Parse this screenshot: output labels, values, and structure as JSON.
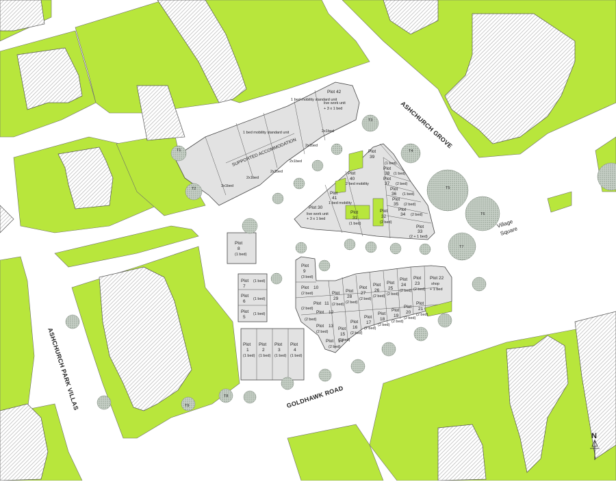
{
  "roads": {
    "goldhawk": "GOLDHAWK ROAD",
    "ashchurch_grove": "ASHCHURCH GROVE",
    "ashchurch_park_villas": "ASHCHURCH PARK VILLAS"
  },
  "places": {
    "village_square_1": "Village",
    "village_square_2": "Square",
    "supported_accommodation": "SUPPORTED ACCOMMODATION"
  },
  "north_arrow": {
    "label": "N"
  },
  "colors": {
    "green": "#b8e63c",
    "road": "#ffffff",
    "plot": "#e2e2e2",
    "hatch": "#bdbdbd",
    "tree": "#a9b5a9"
  },
  "plots": {
    "p1": {
      "name": "Plot",
      "num": "1",
      "sub": "(1 bed)"
    },
    "p2": {
      "name": "Plot",
      "num": "2",
      "sub": "(1 bed)"
    },
    "p3": {
      "name": "Plot",
      "num": "3",
      "sub": "(1 bed)"
    },
    "p4": {
      "name": "Plot",
      "num": "4",
      "sub": "(1 bed)"
    },
    "p5": {
      "name": "Plot",
      "num": "5",
      "sub": "(1 bed)"
    },
    "p6": {
      "name": "Plot",
      "num": "6",
      "sub": "(1 bed)"
    },
    "p7": {
      "name": "Plot",
      "num": "7",
      "sub": "(1 bed)"
    },
    "p8": {
      "name": "Plot",
      "num": "8",
      "sub": "(1 bed)"
    },
    "p9": {
      "name": "Plot",
      "num": "9",
      "sub": "(3 bed)"
    },
    "p10": {
      "name": "Plot",
      "num": "10",
      "sub": "(2 bed)"
    },
    "p11": {
      "name": "Plot",
      "num": "11",
      "sub": "(2 bed)"
    },
    "p12": {
      "name": "Plot",
      "num": "12",
      "sub": "(2 bed)"
    },
    "p13": {
      "name": "Plot",
      "num": "13",
      "sub": "(2 bed)"
    },
    "p14": {
      "name": "Plot",
      "num": "14",
      "sub": "(2 bed)"
    },
    "p15": {
      "name": "Plot",
      "num": "15",
      "sub": "(2 bed)"
    },
    "p16": {
      "name": "Plot",
      "num": "16",
      "sub": "(2 bed)"
    },
    "p17": {
      "name": "Plot",
      "num": "17",
      "sub": "(2 bed)"
    },
    "p18": {
      "name": "Plot",
      "num": "18",
      "sub": "(2 bed)"
    },
    "p19": {
      "name": "Plot",
      "num": "19",
      "sub": "(2 bed)"
    },
    "p20": {
      "name": "Plot",
      "num": "20",
      "sub": "(2 bed)"
    },
    "p21": {
      "name": "Plot",
      "num": "21",
      "sub": "(2 bed)"
    },
    "p22": {
      "name": "Plot 22",
      "num": "shop",
      "sub": "+ 1 bed"
    },
    "p23": {
      "name": "Plot",
      "num": "23",
      "sub": "(2 bed)"
    },
    "p24": {
      "name": "Plot",
      "num": "24",
      "sub": "(2 bed)"
    },
    "p25": {
      "name": "Plot",
      "num": "25",
      "sub": "(2 bed)"
    },
    "p26": {
      "name": "Plot",
      "num": "26",
      "sub": "(2 bed)"
    },
    "p27": {
      "name": "Plot",
      "num": "27",
      "sub": "(2 bed)"
    },
    "p28": {
      "name": "Plot",
      "num": "28",
      "sub": "(2 bed)"
    },
    "p29": {
      "name": "Plot",
      "num": "29",
      "sub": "(2 bed)"
    },
    "p30": {
      "name": "Plot 30",
      "num": "live work unit",
      "sub": "+ 3 x 1 bed"
    },
    "p31": {
      "name": "Plot",
      "num": "31",
      "sub": "(1 bed)"
    },
    "p32": {
      "name": "Plot",
      "num": "32",
      "sub": "(2 bed)"
    },
    "p33": {
      "name": "Plot",
      "num": "33",
      "sub": "(2 + 1 bed)"
    },
    "p34": {
      "name": "Plot",
      "num": "34",
      "sub": "(2 bed)"
    },
    "p35": {
      "name": "Plot",
      "num": "35",
      "sub": "(2 bed)"
    },
    "p36": {
      "name": "Plot",
      "num": "36",
      "sub": "(1 bed)"
    },
    "p37": {
      "name": "Plot",
      "num": "37",
      "sub": "(2 bed)"
    },
    "p38": {
      "name": "Plot",
      "num": "38",
      "sub": "(1 bed)"
    },
    "p39": {
      "name": "Plot",
      "num": "39",
      "sub": "(1 bed)"
    },
    "p40": {
      "name": "Plot",
      "num": "40",
      "sub": "2 bed mobility"
    },
    "p41": {
      "name": "Plot",
      "num": "41",
      "sub": "1 bed mobility"
    },
    "p42": {
      "name": "Plot 42",
      "num": "live work unit",
      "sub": "+ 3 x 1 bed"
    }
  },
  "units": {
    "u1": "3x1bed",
    "u2": "2x1bed",
    "u3": "2x1bed",
    "u4": "2x1bed",
    "u5": "2x1bed",
    "u6": "2x1bed",
    "u7": "1 bed mobility standard unit",
    "u8": "1 bed mobility standard unit"
  },
  "trees": [
    "T1",
    "T2",
    "T3",
    "T4",
    "T5",
    "T6",
    "T7",
    "T8",
    "T9"
  ]
}
